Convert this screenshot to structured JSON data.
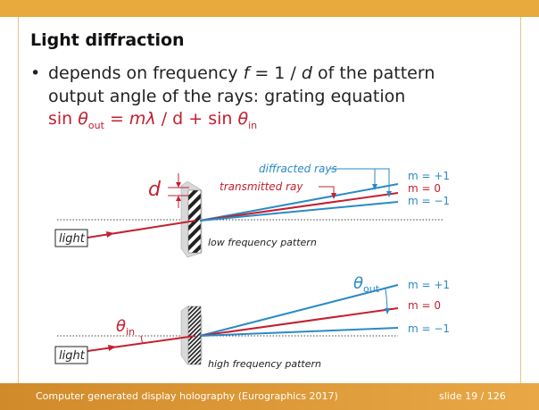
{
  "slide": {
    "title": "Light diffraction",
    "bullet_symbol": "•",
    "bullet_line1_prefix": "depends on frequency ",
    "bullet_line1_var": "f",
    "bullet_line1_mid": " = 1 / ",
    "bullet_line1_d": "d",
    "bullet_line1_suffix": " of the pattern",
    "bullet_line2": "output angle of the rays: grating equation",
    "equation": {
      "sin1": "sin",
      "theta": "θ",
      "sub_out": "out",
      "eq_mid1": " = ",
      "m": "m",
      "lambda": "λ",
      "eq_mid2": " / d + sin",
      "sub_in": "in"
    }
  },
  "diagram_top": {
    "d_label": "d",
    "diffracted_label": "diffracted rays",
    "transmitted_label": "transmitted ray",
    "light_label": "light",
    "pattern_label": "low frequency pattern",
    "orders": [
      "m = +1",
      "m = 0",
      "m = −1"
    ]
  },
  "diagram_bottom": {
    "theta_in": "θ",
    "theta_in_sub": "in",
    "theta_out": "θ",
    "theta_out_sub": "out",
    "light_label": "light",
    "pattern_label": "high frequency pattern",
    "orders": [
      "m = +1",
      "m = 0",
      "m = −1"
    ]
  },
  "footer": {
    "left_text": "Computer generated display holography (Eurographics 2017)",
    "right_text": "slide 19 / 126"
  },
  "colors": {
    "accent": "#e8a93d",
    "red": "#c4202f",
    "blue": "#2a8ac6"
  }
}
